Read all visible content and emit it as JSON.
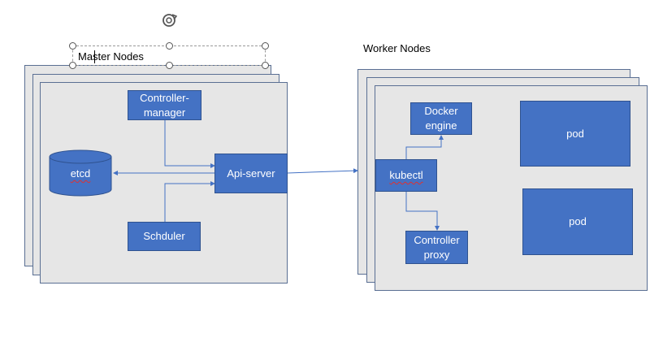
{
  "master": {
    "title": "Master Nodes",
    "controller_manager": "Controller-manager",
    "etcd": "etcd",
    "api_server": "Api-server",
    "scheduler": "Schduler"
  },
  "worker": {
    "title": "Worker Nodes",
    "docker_engine": "Docker engine",
    "kubectl": "kubectl",
    "controller_proxy": "Controller proxy",
    "pod_1": "pod",
    "pod_2": "pod"
  },
  "colors": {
    "node_fill": "#e6e6e6",
    "box_fill": "#4472c4",
    "connector": "#4472c4"
  },
  "icons": [
    "rotate-handle-icon",
    "selection-handle-icon"
  ]
}
